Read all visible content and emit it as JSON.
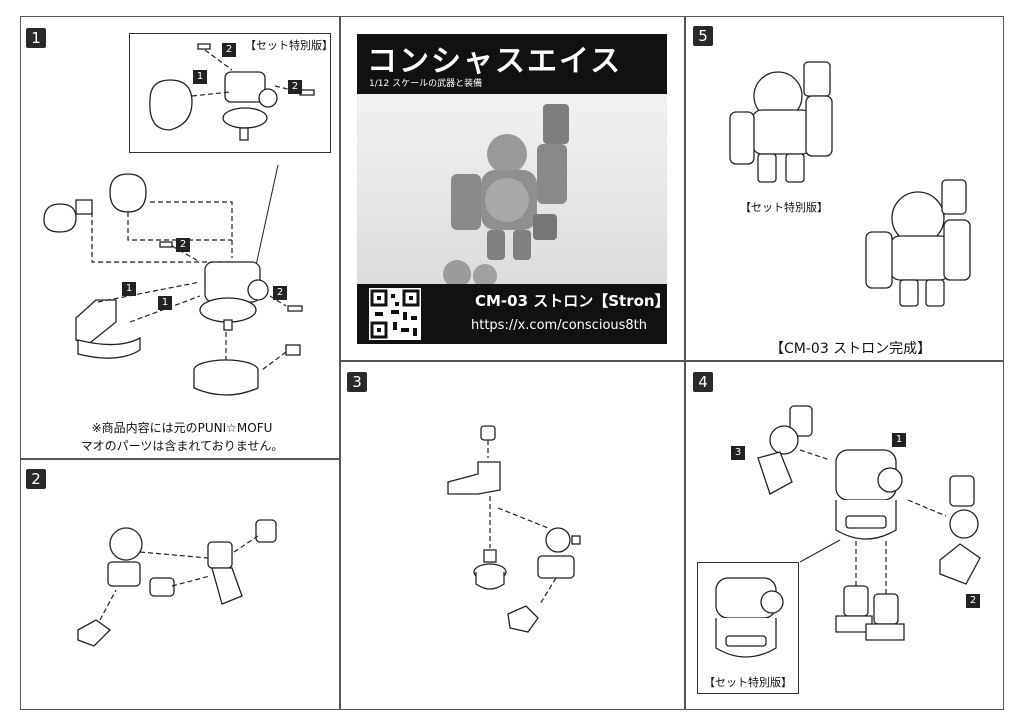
{
  "panels": {
    "p1": {
      "num": "1",
      "set_label": "【セット特別版】",
      "note_line1": "※商品内容には元のPUNI☆MOFU",
      "note_line2": "マオのパーツは含まれておりません。"
    },
    "p2": {
      "num": "2"
    },
    "p3": {
      "num": "3"
    },
    "p4": {
      "num": "4",
      "set_label": "【セット特別版】",
      "sub1": "1",
      "sub2": "2",
      "sub3": "3"
    },
    "p5": {
      "num": "5",
      "set_label": "【セット特別版】",
      "completed": "【CM-03 ストロン完成】"
    }
  },
  "step_markers": {
    "one": "1",
    "two": "2"
  },
  "cover": {
    "title": "コンシャスエイス",
    "subtitle": "1/12 スケールの武器と装備",
    "product": "CM-03 ストロン【Stron】",
    "url": "https://x.com/conscious8th"
  }
}
